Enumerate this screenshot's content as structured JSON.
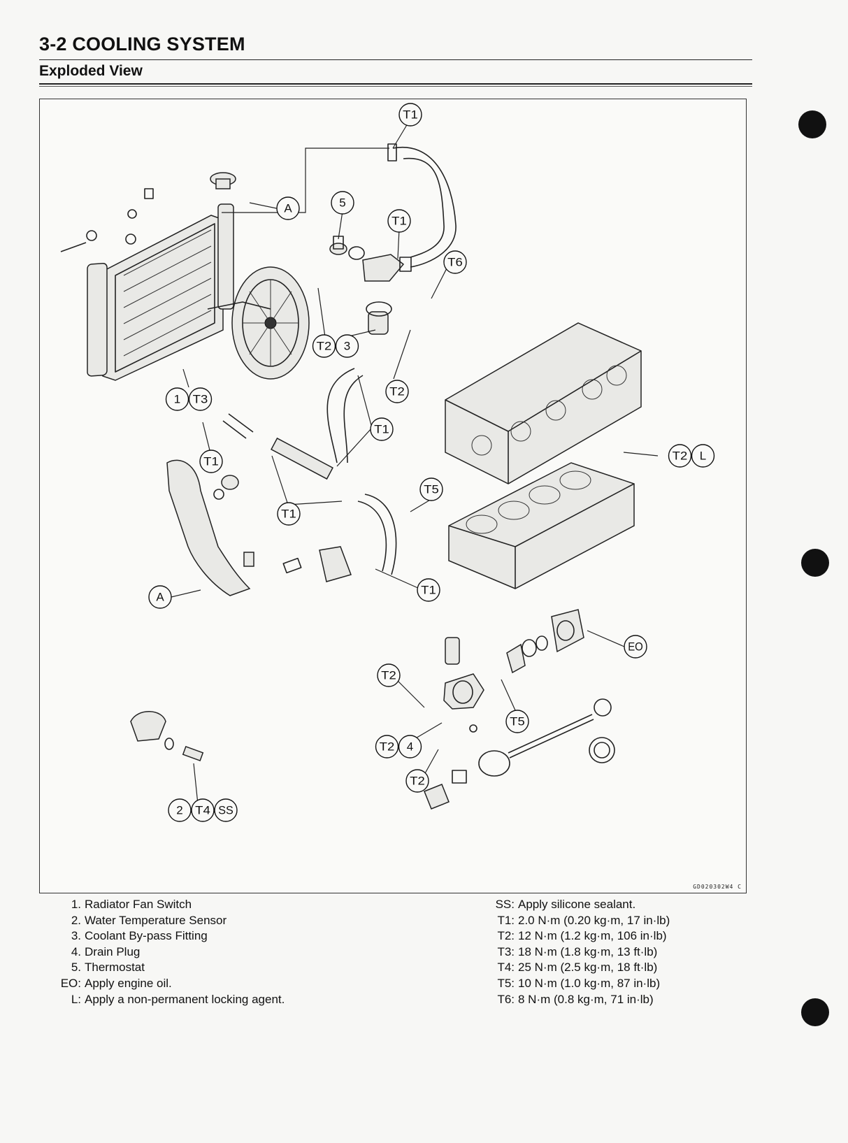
{
  "header": {
    "section_title": "3-2 COOLING SYSTEM",
    "subtitle": "Exploded View"
  },
  "figure": {
    "code": "GD020302W4 C",
    "callouts": {
      "c_t1_top": [
        "T1"
      ],
      "c_a_top": [
        "A"
      ],
      "c_5": [
        "5"
      ],
      "c_t1_thermo": [
        "T1"
      ],
      "c_t6": [
        "T6"
      ],
      "c_t2_3": [
        "T2",
        "3"
      ],
      "c_t2_bypass": [
        "T2"
      ],
      "c_1_t3": [
        "1",
        "T3"
      ],
      "c_t1_hose": [
        "T1"
      ],
      "c_t2_l": [
        "T2",
        "L"
      ],
      "c_t1_left": [
        "T1"
      ],
      "c_t5_top": [
        "T5"
      ],
      "c_t1_mid": [
        "T1"
      ],
      "c_t1_bottom": [
        "T1"
      ],
      "c_a_bottom": [
        "A"
      ],
      "c_eo": [
        "EO"
      ],
      "c_t2_pump": [
        "T2"
      ],
      "c_t5_pump": [
        "T5"
      ],
      "c_t2_4": [
        "T2",
        "4"
      ],
      "c_t2_pump_lower": [
        "T2"
      ],
      "c_2_t4_ss": [
        "2",
        "T4",
        "SS"
      ]
    }
  },
  "legend": {
    "parts": [
      {
        "key": "1.",
        "text": "Radiator Fan Switch"
      },
      {
        "key": "2.",
        "text": "Water Temperature Sensor"
      },
      {
        "key": "3.",
        "text": "Coolant By-pass Fitting"
      },
      {
        "key": "4.",
        "text": "Drain Plug"
      },
      {
        "key": "5.",
        "text": "Thermostat"
      },
      {
        "key": "EO:",
        "text": "Apply engine oil."
      },
      {
        "key": "L:",
        "text": "Apply a non-permanent locking agent."
      }
    ],
    "torques": [
      {
        "key": "SS:",
        "text": "Apply silicone sealant."
      },
      {
        "key": "T1:",
        "text": "2.0 N·m (0.20 kg·m, 17 in·lb)"
      },
      {
        "key": "T2:",
        "text": "12 N·m (1.2 kg·m, 106 in·lb)"
      },
      {
        "key": "T3:",
        "text": "18 N·m (1.8 kg·m, 13 ft·lb)"
      },
      {
        "key": "T4:",
        "text": "25 N·m (2.5 kg·m, 18 ft·lb)"
      },
      {
        "key": "T5:",
        "text": "10 N·m (1.0 kg·m, 87 in·lb)"
      },
      {
        "key": "T6:",
        "text": "8 N·m (0.8 kg·m, 71 in·lb)"
      }
    ]
  }
}
